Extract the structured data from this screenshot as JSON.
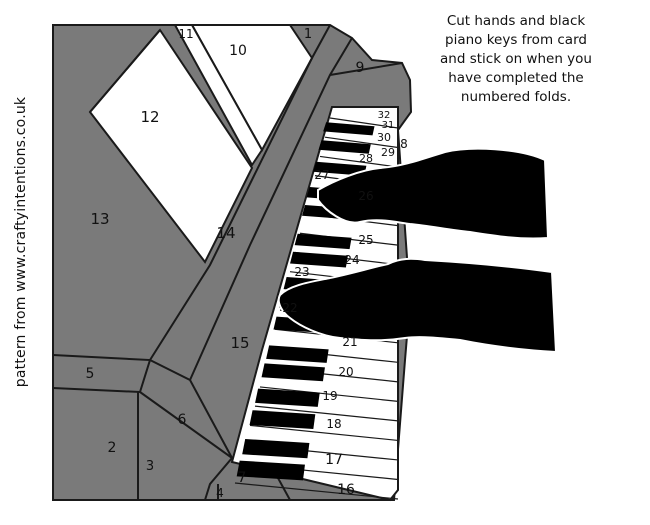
{
  "credit": "pattern from www.craftyintentions.co.uk",
  "instructions": [
    "Cut hands and black",
    "piano keys from card",
    "and stick on when you",
    "have completed the",
    "numbered folds."
  ],
  "region_numbers": [
    "1",
    "2",
    "3",
    "4",
    "5",
    "6",
    "7",
    "8",
    "9",
    "10",
    "11",
    "12",
    "13",
    "14",
    "15",
    "16",
    "17",
    "18",
    "19",
    "20",
    "21",
    "22",
    "23",
    "24",
    "25",
    "26",
    "27",
    "28",
    "29",
    "30",
    "31",
    "32"
  ],
  "colors": {
    "panel_gray": "#7a7a7a",
    "outline": "#1a1a1a",
    "hand_black": "#000000",
    "page_white": "#ffffff"
  }
}
